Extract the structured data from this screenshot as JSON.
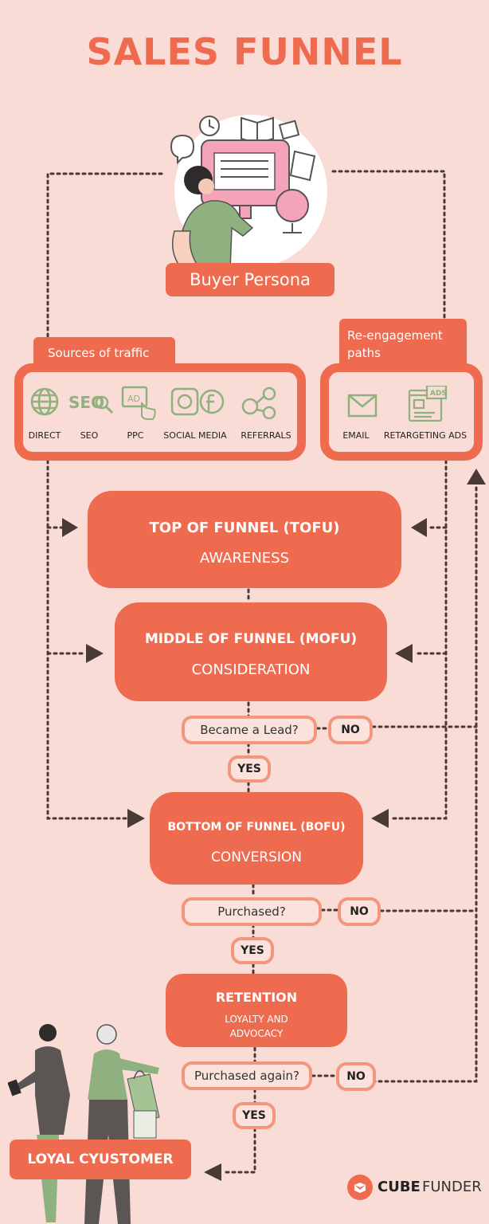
{
  "title": "SALES FUNNEL",
  "persona": {
    "label": "Buyer Persona"
  },
  "sources": {
    "tag": "Sources of traffic",
    "items": [
      "DIRECT",
      "SEO",
      "PPC",
      "SOCIAL MEDIA",
      "REFERRALS"
    ]
  },
  "reengagement": {
    "tag_line1": "Re-engagement",
    "tag_line2": "paths",
    "items": [
      "EMAIL",
      "RETARGETING ADS"
    ]
  },
  "stages": {
    "tofu": {
      "title": "TOP OF FUNNEL (TOFU)",
      "subtitle": "AWARENESS"
    },
    "mofu": {
      "title": "MIDDLE OF FUNNEL (MOFU)",
      "subtitle": "CONSIDERATION"
    },
    "bofu": {
      "title": "BOTTOM OF FUNNEL (BOFU)",
      "subtitle": "CONVERSION"
    },
    "retention": {
      "title": "RETENTION",
      "subtitle_line1": "LOYALTY AND",
      "subtitle_line2": "ADVOCACY"
    }
  },
  "decisions": {
    "lead": {
      "question": "Became a Lead?",
      "no": "NO",
      "yes": "YES"
    },
    "purchased": {
      "question": "Purchased?",
      "no": "NO",
      "yes": "YES"
    },
    "again": {
      "question": "Purchased again?",
      "no": "NO",
      "yes": "YES"
    }
  },
  "loyal": "LOYAL CYUSTOMER",
  "brand": {
    "bold": "CUBE",
    "light": "FUNDER"
  },
  "icons": {
    "seo_text": "SEO",
    "ad_text": "AD",
    "ads_text": "ADS"
  },
  "colors": {
    "background": "#f9dcd5",
    "accent": "#ee6b4f",
    "pill_border": "#f4957e",
    "icon_green": "#8fb07f"
  }
}
